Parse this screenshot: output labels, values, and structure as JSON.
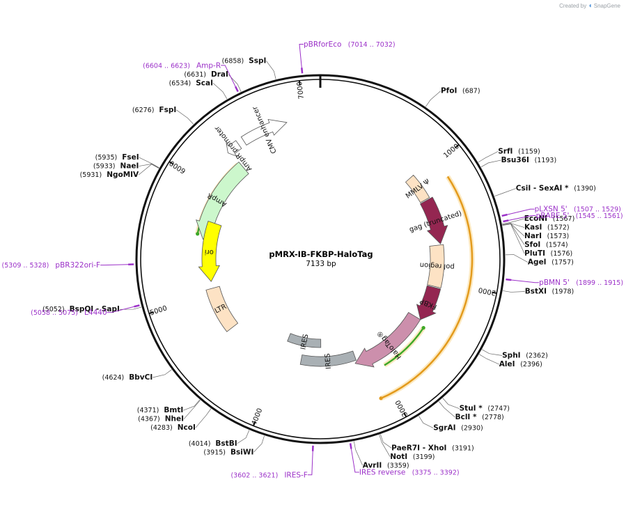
{
  "credit": {
    "created_by": "Created by",
    "brand": "SnapGene"
  },
  "plasmid": {
    "name": "pMRX-IB-FKBP-HaloTag",
    "size_label": "7133 bp",
    "length": 7133
  },
  "ticks": [
    "1000",
    "2000",
    "3000",
    "4000",
    "5000",
    "6000",
    "7000"
  ],
  "features": [
    {
      "name": "CMV enhancer",
      "label": "CMV enhancer",
      "type": "enhancer",
      "start": 6480,
      "end": 6860,
      "color": "#ffffff",
      "direction": 1
    },
    {
      "name": "AmpR promoter",
      "label": "AmpR promoter",
      "type": "promoter",
      "start": 6320,
      "end": 6430,
      "color": "#ffffff",
      "direction": -1
    },
    {
      "name": "AmpR",
      "label": "AmpR",
      "type": "cds",
      "start": 5540,
      "end": 6340,
      "color": "#ccf7cc",
      "direction": -1
    },
    {
      "name": "ori",
      "label": "ori",
      "type": "rep_origin",
      "start": 5120,
      "end": 5720,
      "color": "#ffff00",
      "direction": -1
    },
    {
      "name": "LTR",
      "label": "LTR",
      "type": "LTR",
      "start": 4600,
      "end": 5050,
      "color": "#fde2c4",
      "direction": 0
    },
    {
      "name": "IRES",
      "label": "IRES",
      "type": "misc",
      "start": 3560,
      "end": 4000,
      "color": "#a9b0b4",
      "direction": 0
    },
    {
      "name": "IRES",
      "label": "IRES",
      "type": "misc",
      "start": 3180,
      "end": 3780,
      "color": "#a9b0b4",
      "direction": 0
    },
    {
      "name": "MMLV Ψ",
      "label": "MMLV Ψ",
      "type": "misc",
      "start": 950,
      "end": 1200,
      "color": "#fde2c4",
      "direction": 0
    },
    {
      "name": "gag (truncated)",
      "label": "gag (truncated)",
      "type": "cds",
      "start": 1210,
      "end": 1640,
      "color": "#942651",
      "direction": 1
    },
    {
      "name": "pol region",
      "label": "pol region",
      "type": "misc",
      "start": 1650,
      "end": 2050,
      "color": "#fde2c4",
      "direction": 0
    },
    {
      "name": "FKBP",
      "label": "FKBP",
      "type": "cds",
      "start": 2060,
      "end": 2400,
      "color": "#942651",
      "direction": 1
    },
    {
      "name": "HaloTag®",
      "label": "HaloTag®",
      "type": "cds",
      "start": 2400,
      "end": 3200,
      "color": "#cc8fac",
      "direction": 1
    }
  ],
  "orfs": [
    {
      "name": "orf-green-amp",
      "start": 5580,
      "end": 6320,
      "color": "#3ea829",
      "direction": -1
    },
    {
      "name": "orf-green-halo",
      "start": 2450,
      "end": 2950,
      "color": "#3ea829",
      "direction": -1
    },
    {
      "name": "orf-orange",
      "start": 1130,
      "end": 3100,
      "color": "#e39a1c",
      "direction": 1
    }
  ],
  "primers": [
    {
      "name": "pBRforEco",
      "position": "(7014 .. 7032)",
      "label_side": "right",
      "loc": 7023
    },
    {
      "name": "Amp-R",
      "position": "(6604 .. 6623)",
      "label_side": "left",
      "loc": 6614
    },
    {
      "name": "pLXSN 5'",
      "position": "(1507 .. 1529)",
      "label_side": "right",
      "loc": 1518
    },
    {
      "name": "pBABE 5'",
      "position": "(1545 .. 1561)",
      "label_side": "right",
      "loc": 1553
    },
    {
      "name": "pBMN 5'",
      "position": "(1899 .. 1915)",
      "label_side": "right",
      "loc": 1907
    },
    {
      "name": "pBR322ori-F",
      "position": "(5309 .. 5328)",
      "label_side": "left",
      "loc": 5318
    },
    {
      "name": "L4440",
      "position": "(5058 .. 5075)",
      "label_side": "left",
      "loc": 5066
    },
    {
      "name": "IRES-F",
      "position": "(3602 .. 3621)",
      "label_side": "left",
      "loc": 3611
    },
    {
      "name": "IRES reverse",
      "position": "(3375 .. 3392)",
      "label_side": "right",
      "loc": 3383
    }
  ],
  "sites": [
    {
      "name": "SspI",
      "position": "(6858)",
      "label_side": "left",
      "loc": 6858
    },
    {
      "name": "DraI",
      "position": "(6631)",
      "label_side": "left",
      "loc": 6631
    },
    {
      "name": "ScaI",
      "position": "(6534)",
      "label_side": "left",
      "loc": 6534
    },
    {
      "name": "FspI",
      "position": "(6276)",
      "label_side": "left",
      "loc": 6276
    },
    {
      "name": "FseI",
      "position": "(5935)",
      "label_side": "left",
      "loc": 5935
    },
    {
      "name": "NaeI",
      "position": "(5933)",
      "label_side": "left",
      "loc": 5933
    },
    {
      "name": "NgoMIV",
      "position": "(5931)",
      "label_side": "left",
      "loc": 5931
    },
    {
      "name": "BspQI - SapI",
      "position": "(5052)",
      "label_side": "left",
      "loc": 5052
    },
    {
      "name": "BbvCI",
      "position": "(4624)",
      "label_side": "left",
      "loc": 4624
    },
    {
      "name": "BmtI",
      "position": "(4371)",
      "label_side": "left",
      "loc": 4371
    },
    {
      "name": "NheI",
      "position": "(4367)",
      "label_side": "left",
      "loc": 4367
    },
    {
      "name": "NcoI",
      "position": "(4283)",
      "label_side": "left",
      "loc": 4283
    },
    {
      "name": "BstBI",
      "position": "(4014)",
      "label_side": "left",
      "loc": 4014
    },
    {
      "name": "BsiWI",
      "position": "(3915)",
      "label_side": "left",
      "loc": 3915
    },
    {
      "name": "PfoI",
      "position": "(687)",
      "label_side": "right",
      "loc": 687
    },
    {
      "name": "SrfI",
      "position": "(1159)",
      "label_side": "right",
      "loc": 1159
    },
    {
      "name": "Bsu36I",
      "position": "(1193)",
      "label_side": "right",
      "loc": 1193
    },
    {
      "name": "CsiI - SexAI *",
      "position": "(1390)",
      "label_side": "right",
      "loc": 1390
    },
    {
      "name": "EcoNI",
      "position": "(1567)",
      "label_side": "right",
      "loc": 1567
    },
    {
      "name": "KasI",
      "position": "(1572)",
      "label_side": "right",
      "loc": 1572
    },
    {
      "name": "NarI",
      "position": "(1573)",
      "label_side": "right",
      "loc": 1573
    },
    {
      "name": "SfoI",
      "position": "(1574)",
      "label_side": "right",
      "loc": 1574
    },
    {
      "name": "PluTI",
      "position": "(1576)",
      "label_side": "right",
      "loc": 1576
    },
    {
      "name": "AgeI",
      "position": "(1757)",
      "label_side": "right",
      "loc": 1757
    },
    {
      "name": "BstXI",
      "position": "(1978)",
      "label_side": "right",
      "loc": 1978
    },
    {
      "name": "SphI",
      "position": "(2362)",
      "label_side": "right",
      "loc": 2362
    },
    {
      "name": "AleI",
      "position": "(2396)",
      "label_side": "right",
      "loc": 2396
    },
    {
      "name": "StuI *",
      "position": "(2747)",
      "label_side": "right",
      "loc": 2747
    },
    {
      "name": "BclI *",
      "position": "(2778)",
      "label_side": "right",
      "loc": 2778
    },
    {
      "name": "SgrAI",
      "position": "(2930)",
      "label_side": "right",
      "loc": 2930
    },
    {
      "name": "PaeR7I - XhoI",
      "position": "(3191)",
      "label_side": "right",
      "loc": 3191
    },
    {
      "name": "NotI",
      "position": "(3199)",
      "label_side": "right",
      "loc": 3199
    },
    {
      "name": "AvrII",
      "position": "(3359)",
      "label_side": "right",
      "loc": 3359
    }
  ]
}
